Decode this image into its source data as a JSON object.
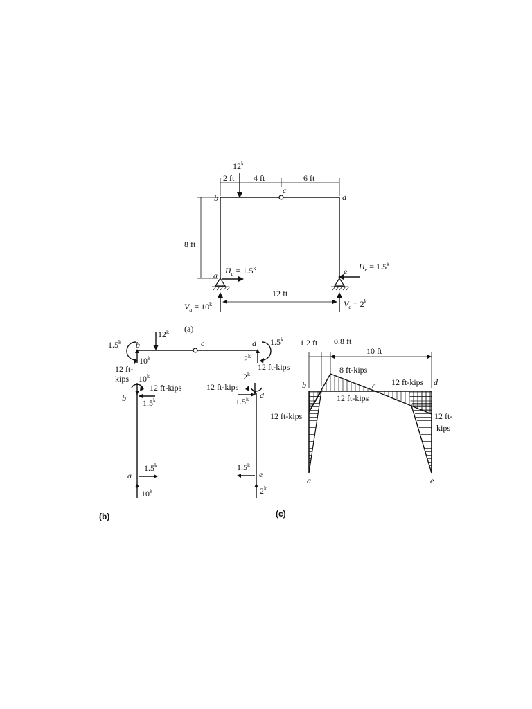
{
  "fig_a": {
    "load_top": "12",
    "dim_2ft": "2 ft",
    "dim_4ft": "4 ft",
    "dim_6ft": "6 ft",
    "dim_8ft": "8 ft",
    "dim_12ft": "12 ft",
    "node_a": "a",
    "node_b": "b",
    "node_c": "c",
    "node_d": "d",
    "node_e": "e",
    "Ha_label": "H",
    "Ha_sub": "a",
    "Ha_val": " = 1.5",
    "He_label": "H",
    "He_sub": "e",
    "He_val": " = 1.5",
    "Va_label": "V",
    "Va_sub": "a",
    "Va_val": " = 10",
    "Ve_label": "V",
    "Ve_sub": "e",
    "Ve_val": " = 2",
    "kip_sup": "k",
    "caption": "(a)"
  },
  "fig_b": {
    "left_15": "1.5",
    "load_12": "12",
    "node_b": "b",
    "node_c": "c",
    "node_d": "d",
    "node_a": "a",
    "node_e": "e",
    "v10": "10",
    "m12ft_line1": "12 ft-",
    "m12ft_line2": "kips",
    "right_15": "1.5",
    "v2": "2",
    "m12_kips_right": "12 ft-kips",
    "col_b_v10": "10",
    "col_b_m": "12 ft-kips",
    "col_b_h": "1.5",
    "col_d_m": "12 ft-kips",
    "col_d_v2": "2",
    "col_d_h": "1.5",
    "base_a_h": "1.5",
    "base_a_v": "10",
    "base_e_h": "1.5",
    "base_e_v": "2",
    "caption": "(b)"
  },
  "fig_c": {
    "dim_12": "1.2 ft",
    "dim_08": "0.8 ft",
    "dim_10": "10 ft",
    "peak": "8 ft-kips",
    "mid": "12 ft-kips",
    "right_top": "12 ft-kips",
    "left": "12 ft-kips",
    "right_line1": "12 ft-",
    "right_line2": "kips",
    "node_a": "a",
    "node_b": "b",
    "node_c": "c",
    "node_d": "d",
    "node_e": "e",
    "caption": "(c)"
  }
}
